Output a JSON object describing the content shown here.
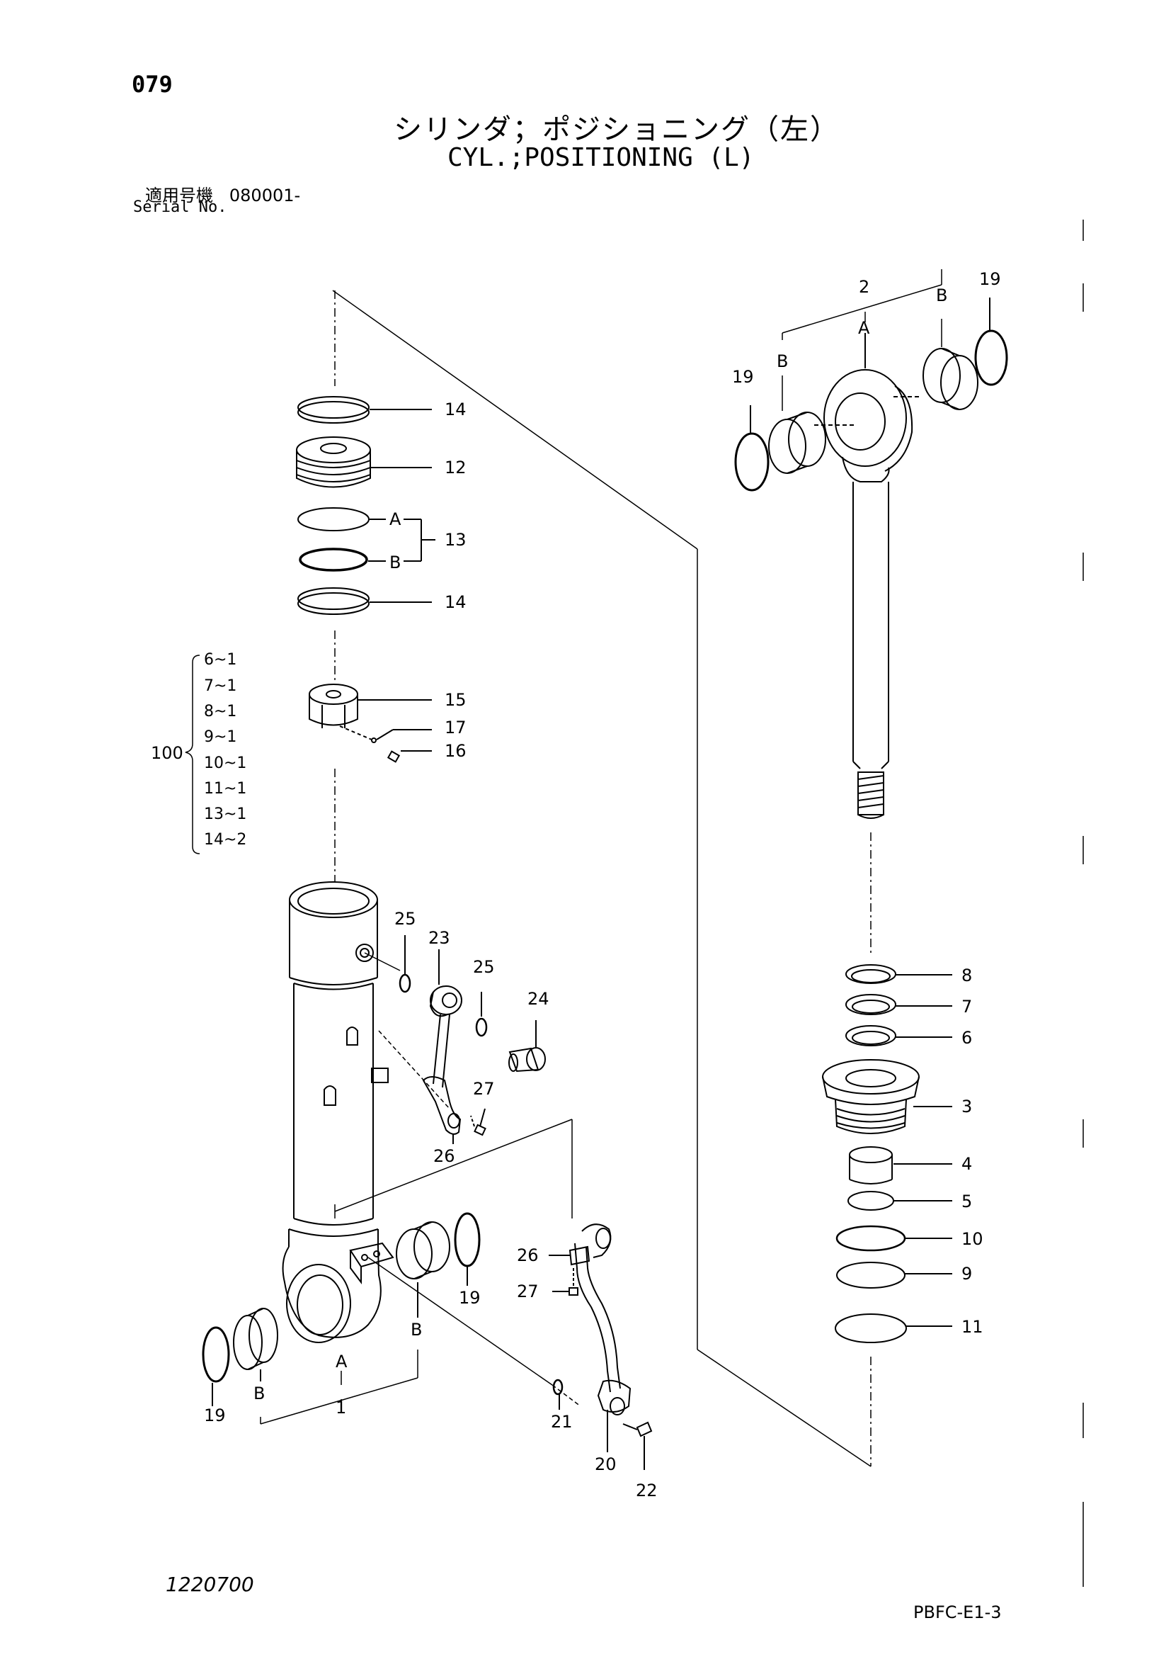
{
  "header": {
    "page_number": "079",
    "title_jp": "シリンダ；ポジショニング（左）",
    "title_en": "CYL.;POSITIONING (L)",
    "serial_label_jp": "適用号機",
    "serial_value": "080001-",
    "serial_label_en": "Serial No."
  },
  "footer": {
    "drawing_number": "1220700",
    "reference_code": "PBFC-E1-3"
  },
  "kit": {
    "number": "100",
    "contents": [
      "6~1",
      "7~1",
      "8~1",
      "9~1",
      "10~1",
      "11~1",
      "13~1",
      "14~2"
    ]
  },
  "callouts": {
    "p1": "1",
    "p2": "2",
    "p3": "3",
    "p4": "4",
    "p5": "5",
    "p6": "6",
    "p7": "7",
    "p8": "8",
    "p9": "9",
    "p10": "10",
    "p11": "11",
    "p12": "12",
    "p13": "13",
    "p14a": "14",
    "p14b": "14",
    "p15": "15",
    "p16": "16",
    "p17": "17",
    "p19a": "19",
    "p19b": "19",
    "p19c": "19",
    "p19d": "19",
    "p20": "20",
    "p21": "21",
    "p22": "22",
    "p23": "23",
    "p24": "24",
    "p25a": "25",
    "p25b": "25",
    "p26a": "26",
    "p26b": "26",
    "p27a": "27",
    "p27b": "27"
  },
  "sub_labels": {
    "A": "A",
    "B": "B"
  }
}
